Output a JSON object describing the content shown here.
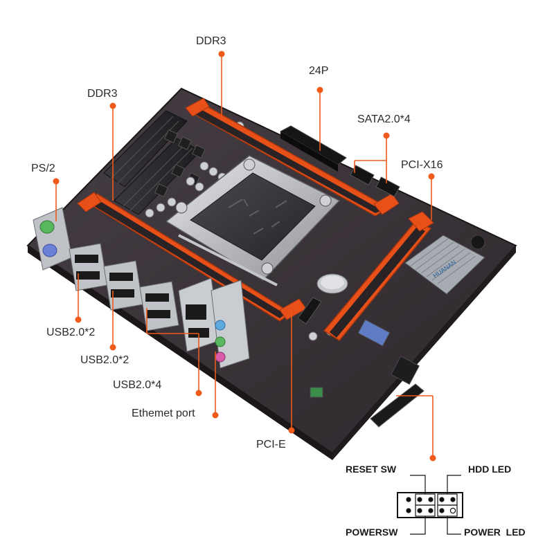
{
  "callouts": {
    "ddr3_top": "DDR3",
    "ddr3_left": "DDR3",
    "atx_24p": "24P",
    "sata": "SATA2.0*4",
    "pcie_x16": "PCI-X16",
    "ps2": "PS/2",
    "usb_a": "USB2.0*2",
    "usb_b": "USB2.0*2",
    "usb_c": "USB2.0*4",
    "ethernet": "Ethemet port",
    "pcie": "PCI-E"
  },
  "front_panel": {
    "reset_sw": "RESET SW",
    "hdd_led": "HDD LED",
    "power_sw": "POWERSW",
    "power_led": "POWER  LED"
  },
  "chip_text": "HUANAN",
  "colors": {
    "accent": "#f05a1a",
    "pcb": "#3a3338",
    "dimm_slot": "#e8501a",
    "heatsink": "#2c2c2e"
  }
}
